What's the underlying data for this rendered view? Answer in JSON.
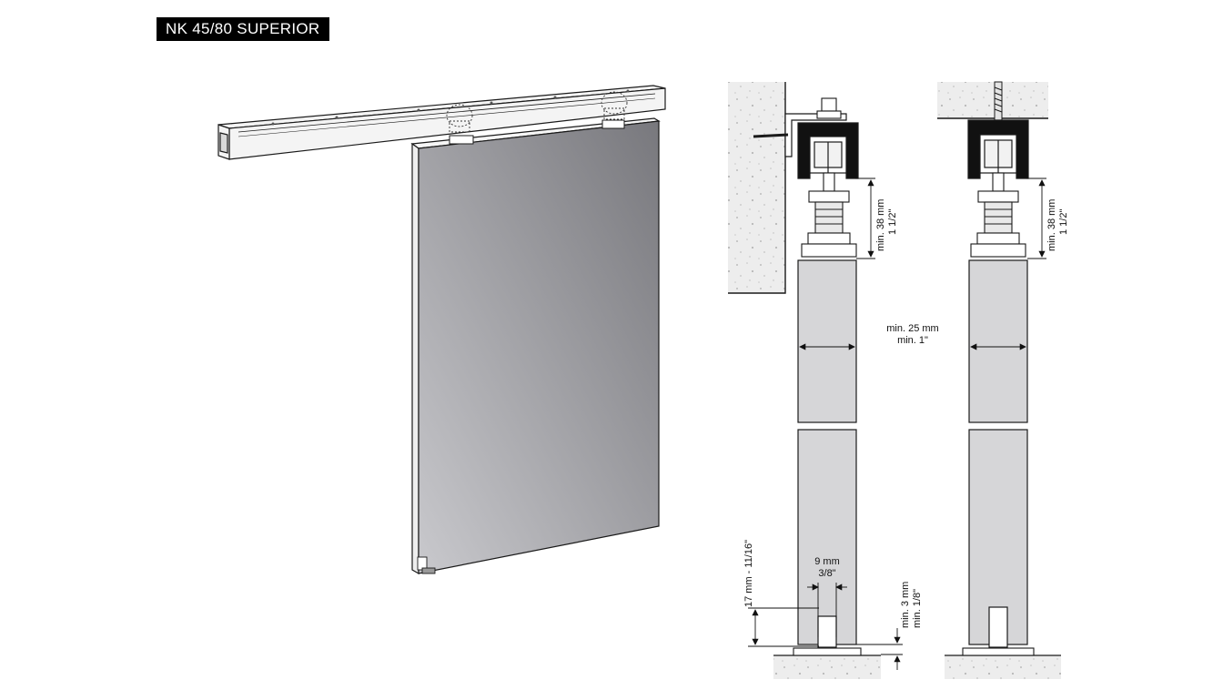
{
  "title": "NK 45/80 SUPERIOR",
  "colors": {
    "door_dark": "#8a8a8e",
    "door_light": "#c8c8cc",
    "track": "#f2f2f2",
    "wall": "#ececec",
    "line": "#1a1a1a"
  },
  "dimensions": {
    "left_height": {
      "line1": "min. 38 mm",
      "line2": "1 1/2\""
    },
    "right_height": {
      "line1": "min. 38 mm",
      "line2": "1 1/2\""
    },
    "gap": {
      "line1": "min. 25 mm",
      "line2": "min. 1\""
    },
    "guide_width": {
      "line1": "9 mm",
      "line2": "3/8\""
    },
    "guide_height": "17 mm - 11/16\"",
    "floor_gap": {
      "line1": "min. 3 mm",
      "line2": "min. 1/8\""
    }
  }
}
